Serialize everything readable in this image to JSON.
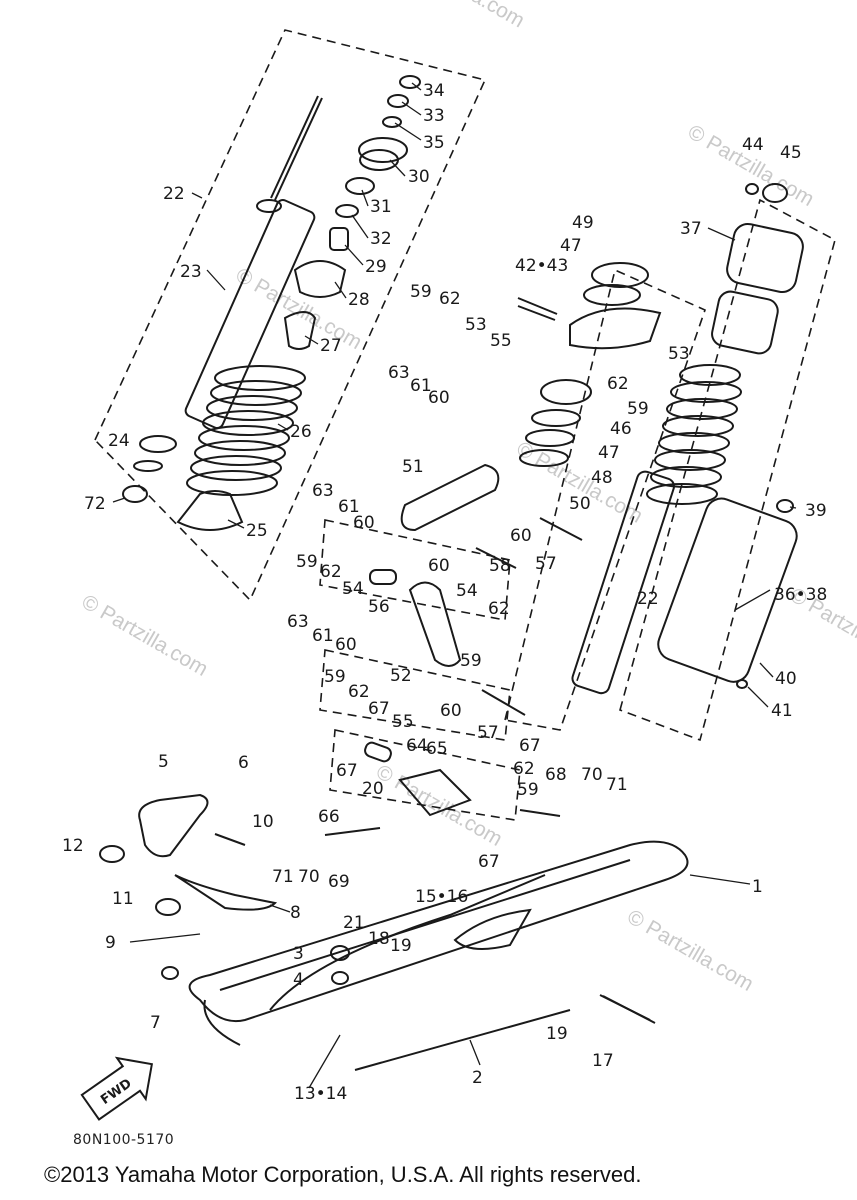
{
  "watermark": "© Partzilla.com",
  "diagram_code": "80N100-5170",
  "copyright": "©2013 Yamaha Motor Corporation, U.S.A. All rights reserved.",
  "direction_label": "FWD",
  "callouts": [
    "34",
    "33",
    "35",
    "30",
    "31",
    "32",
    "29",
    "28",
    "27",
    "26",
    "25",
    "24",
    "23",
    "22",
    "72",
    "44",
    "45",
    "37",
    "49",
    "47",
    "42•43",
    "59",
    "62",
    "53",
    "55",
    "53",
    "62",
    "59",
    "63",
    "61",
    "60",
    "46",
    "47",
    "48",
    "50",
    "51",
    "63",
    "61",
    "60",
    "60",
    "58",
    "60",
    "57",
    "59",
    "62",
    "54",
    "56",
    "54",
    "62",
    "63",
    "61",
    "60",
    "52",
    "59",
    "22",
    "36•38",
    "39",
    "40",
    "41",
    "59",
    "62",
    "67",
    "55",
    "60",
    "57",
    "64",
    "65",
    "67",
    "62",
    "59",
    "68",
    "70",
    "71",
    "67",
    "20",
    "5",
    "6",
    "10",
    "12",
    "71",
    "70",
    "69",
    "66",
    "67",
    "15•16",
    "1",
    "11",
    "8",
    "21",
    "18",
    "19",
    "9",
    "3",
    "4",
    "7",
    "2",
    "19",
    "17",
    "13•14"
  ]
}
